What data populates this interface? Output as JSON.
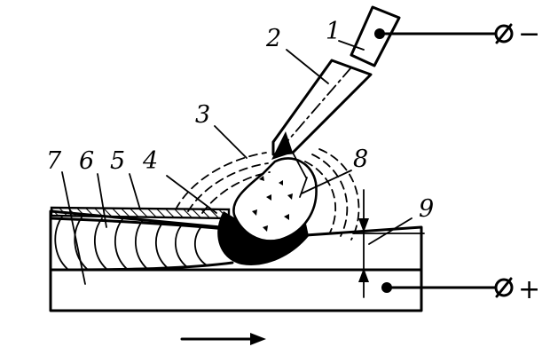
{
  "labels": {
    "n1": "1",
    "n2": "2",
    "n3": "3",
    "n4": "4",
    "n5": "5",
    "n6": "6",
    "n7": "7",
    "n8": "8",
    "n9": "9"
  },
  "terminals": {
    "negative": "−",
    "positive": "+"
  },
  "colors": {
    "ink": "#000000",
    "paper": "#ffffff"
  }
}
